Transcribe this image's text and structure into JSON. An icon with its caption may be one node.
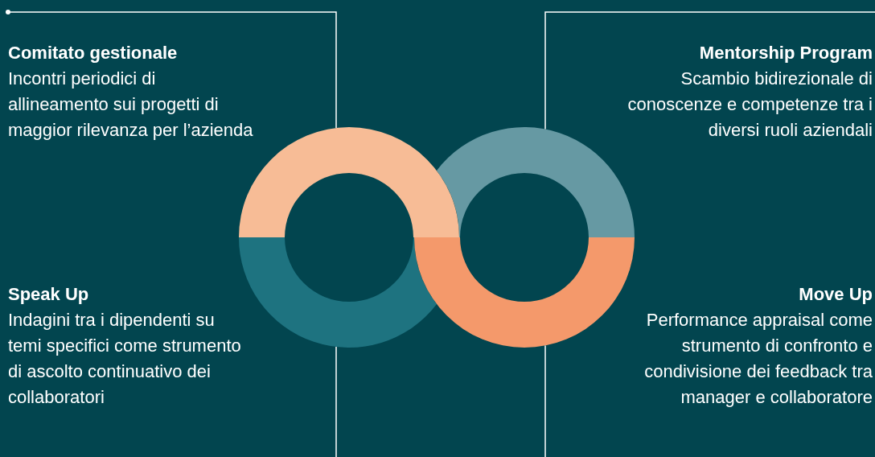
{
  "diagram": {
    "nodes": [
      {
        "text": [
          "Comitato gestionale",
          "Incontri periodici di allineamento sui progetti di maggior rilevanza per l’azienda"
        ]
      },
      {
        "text": [
          "Mentorship Program",
          "Scambio bidirezionale di conoscenze e competenze tra i diversi ruoli aziendali"
        ]
      },
      {
        "text": [
          "Speak Up",
          "Indagini tra i dipendenti su temi specifici come strumento di ascolto continuativo dei collaboratori"
        ]
      },
      {
        "text": [
          "Move Up",
          "Performance appraisal come strumento di confronto e condivisione dei feedback tra manager e collaboratore"
        ]
      },
      {
        "text": [],
        "shape": "arc"
      },
      {
        "text": [],
        "shape": "arc"
      },
      {
        "text": [],
        "shape": "arc"
      },
      {
        "text": [],
        "shape": "arc"
      }
    ],
    "edges": [
      {
        "from": null,
        "to": 4,
        "arrow": "other"
      },
      {
        "from": null,
        "to": 5,
        "arrow": "none"
      },
      {
        "from": null,
        "to": 6,
        "arrow": "none"
      },
      {
        "from": null,
        "to": 7,
        "arrow": "none"
      }
    ]
  }
}
